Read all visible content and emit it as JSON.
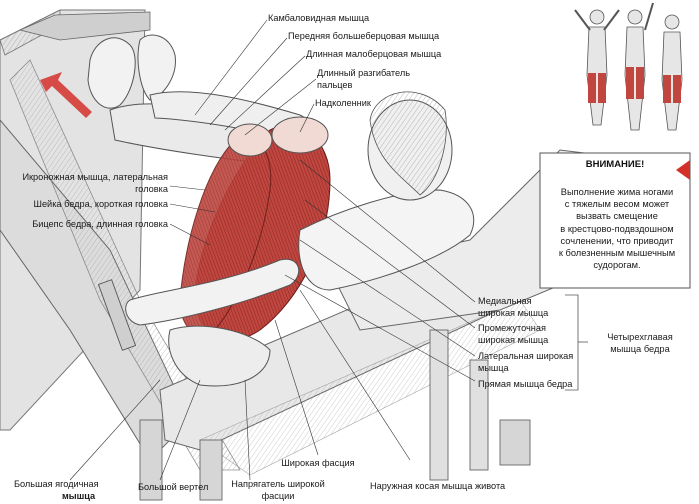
{
  "labels": {
    "soleus": "Камбаловидная мышца",
    "tibialis_anterior": "Передняя большеберцовая мышца",
    "peroneus_longus": "Длинная малоберцовая мышца",
    "ext_digitorum_1": "Длинный разгибатель",
    "ext_digitorum_2": "пальцев",
    "patella": "Надколенник",
    "gastrocnemius_1": "Икроножная мышца, латеральная",
    "gastrocnemius_2": "головка",
    "biceps_short": "Шейка бедра, короткая головка",
    "biceps_long": "Бицепс бедра, длинная головка",
    "vastus_medialis_1": "Медиальная",
    "vastus_medialis_2": "широкая мышца",
    "vastus_intermedius_1": "Промежуточная",
    "vastus_intermedius_2": "широкая мышца",
    "vastus_lateralis_1": "Латеральная широкая",
    "vastus_lateralis_2": "мышца",
    "rectus_femoris": "Прямая мышца бедра",
    "quadriceps_1": "Четырехглавая",
    "quadriceps_2": "мышца бедра",
    "fascia_lata": "Широкая фасция",
    "gluteus_max_1": "Большая ягодичная",
    "gluteus_max_2": "мышца",
    "greater_trochanter": "Большой вертел",
    "tensor_1": "Напрягатель широкой",
    "tensor_2": "фасции",
    "external_oblique": "Наружная косая мышца живота"
  },
  "warning": {
    "title": "ВНИМАНИЕ!",
    "lines": [
      "Выполнение жима ногами",
      "с тяжелым весом может",
      "вызвать смещение",
      "в крестцово-подвздошном",
      "сочленении, что приводит",
      "к болезненным мышечным",
      "судорогам."
    ]
  },
  "colors": {
    "muscle_red": "#b83a34",
    "machine_gray": "#d8d8d8",
    "arrow_red": "#d4302a"
  }
}
